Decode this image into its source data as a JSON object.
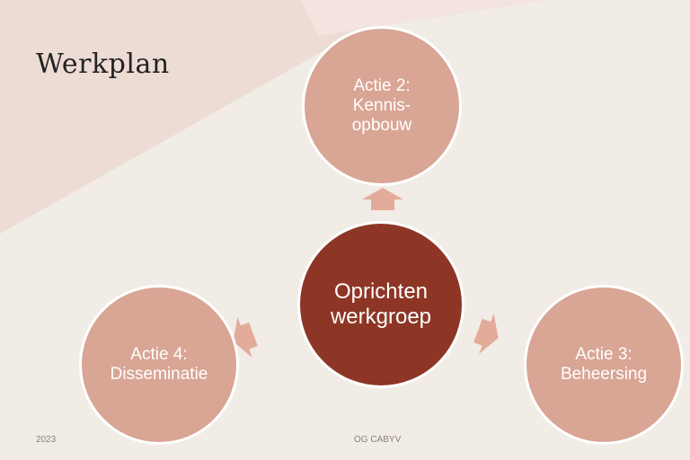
{
  "slide": {
    "title": "Werkplan",
    "center_node": "Oprichten\nwerkgroep",
    "nodes": {
      "top": "Actie 2:\nKennis-\nopbouw",
      "left": "Actie 4:\nDisseminatie",
      "right": "Actie 3:\nBeheersing"
    },
    "footer": {
      "left": "2023",
      "center": "OG CABYV"
    }
  },
  "colors": {
    "background": "#f1ece6",
    "outer_circle": "#d9a594",
    "center_circle": "#8e3626",
    "arrow": "#e3ab9a",
    "decor_band": "#ecdcd3"
  }
}
